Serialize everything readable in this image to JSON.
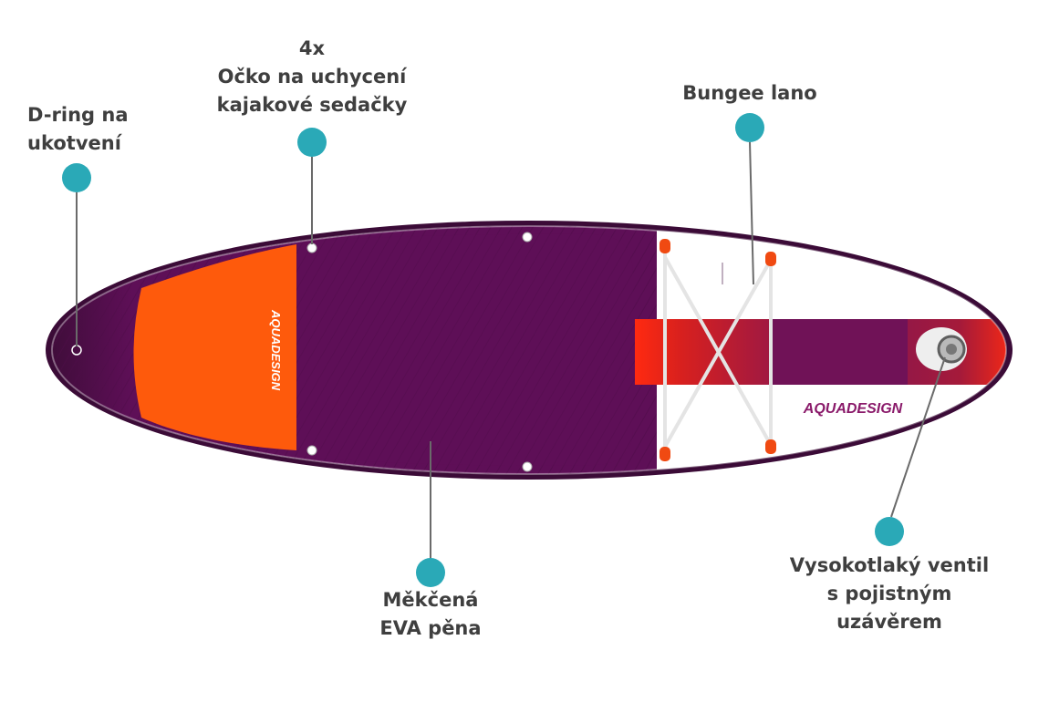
{
  "brand": "AQUADESIGN",
  "colors": {
    "purple": "#5e0f57",
    "dark_purple": "#2c0a2a",
    "orange": "#fe5a0c",
    "red": "#ff2a10",
    "callout": "#2aa9b7",
    "label": "#3f3f3f"
  },
  "callouts": {
    "dring": {
      "icon": "circle-marker",
      "lines": [
        "D-ring na",
        "ukotvení"
      ]
    },
    "kayak": {
      "icon": "circle-marker",
      "lines": [
        "4x",
        "Očko na uchycení",
        "kajakové sedačky"
      ]
    },
    "bungee": {
      "icon": "circle-marker",
      "lines": [
        "Bungee lano"
      ]
    },
    "eva": {
      "icon": "circle-marker",
      "lines": [
        "Měkčená",
        "EVA pěna"
      ]
    },
    "valve": {
      "icon": "circle-marker",
      "lines": [
        "Vysokotlaký ventil",
        "s pojistným",
        "uzávěrem"
      ]
    }
  }
}
